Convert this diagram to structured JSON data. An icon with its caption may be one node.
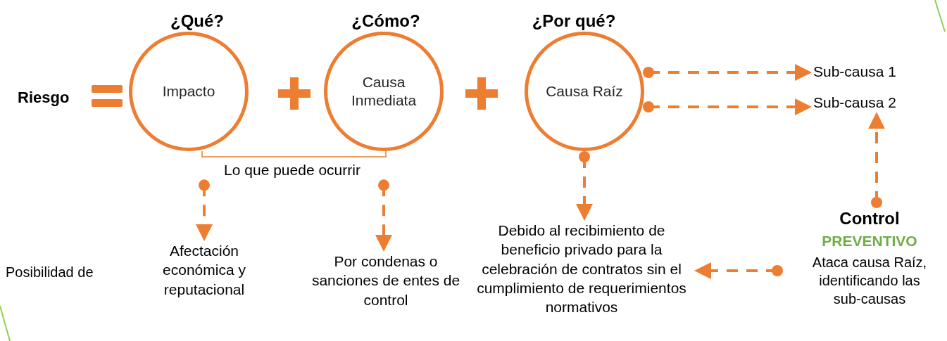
{
  "diagram": {
    "nodes": [
      {
        "text": [
          "¿Qué?",
          "Impacto"
        ]
      },
      {
        "text": [
          "¿Cómo?",
          "Causa Inmediata"
        ]
      },
      {
        "text": [
          "¿Por qué?",
          "Causa Raíz"
        ]
      },
      {
        "text": [
          "Sub-causa 1"
        ]
      },
      {
        "text": [
          "Sub-causa 2"
        ]
      },
      {
        "text": [
          "Lo que puede ocurrir"
        ]
      },
      {
        "text": [
          "Afectación económica y reputacional"
        ]
      },
      {
        "text": [
          "Por condenas o sanciones de entes de control"
        ]
      },
      {
        "text": [
          "Debido al recibimiento de beneficio privado para la celebración de contratos sin el cumplimiento de requerimientos normativos"
        ]
      },
      {
        "text": [
          "Control",
          "PREVENTIVO",
          "Ataca causa Raíz, identificando las sub-causas"
        ]
      }
    ],
    "edges": [
      {
        "from": 2,
        "to": 3,
        "arrow": "to",
        "style": "dashed"
      },
      {
        "from": 2,
        "to": 4,
        "arrow": "to",
        "style": "dashed"
      },
      {
        "from": 5,
        "to": 6,
        "arrow": "to",
        "style": "dashed"
      },
      {
        "from": 5,
        "to": 7,
        "arrow": "to",
        "style": "dashed"
      },
      {
        "from": 2,
        "to": 8,
        "arrow": "to",
        "style": "dashed"
      },
      {
        "from": 9,
        "to": 8,
        "arrow": "to",
        "style": "dashed"
      },
      {
        "from": 9,
        "to": 4,
        "arrow": "to",
        "style": "dashed"
      }
    ],
    "labels": [
      "Riesgo",
      "Posibilidad de"
    ]
  }
}
